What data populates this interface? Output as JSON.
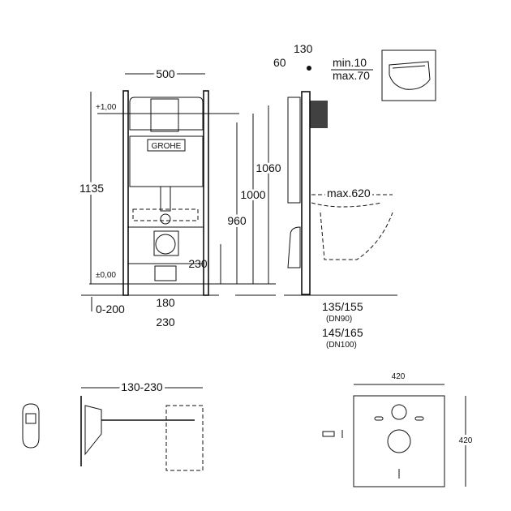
{
  "front_view": {
    "width": "500",
    "height_total": "1135",
    "level_top": "+1,00",
    "level_zero": "±0,00",
    "height_960": "960",
    "height_1000": "1000",
    "height_1060": "1060",
    "height_230": "230",
    "adjust_range": "0-200",
    "spacing_180": "180",
    "spacing_230": "230",
    "brand": "GROHE"
  },
  "side_view": {
    "depth_130": "130",
    "offset_60": "60",
    "wall_min": "min.10",
    "wall_max": "max.70",
    "max_620": "max.620",
    "dn90_range": "135/155",
    "dn90_label": "(DN90)",
    "dn100_range": "145/165",
    "dn100_label": "(DN100)"
  },
  "bracket_view": {
    "range": "130-230"
  },
  "mat_view": {
    "width": "420",
    "height": "420"
  }
}
